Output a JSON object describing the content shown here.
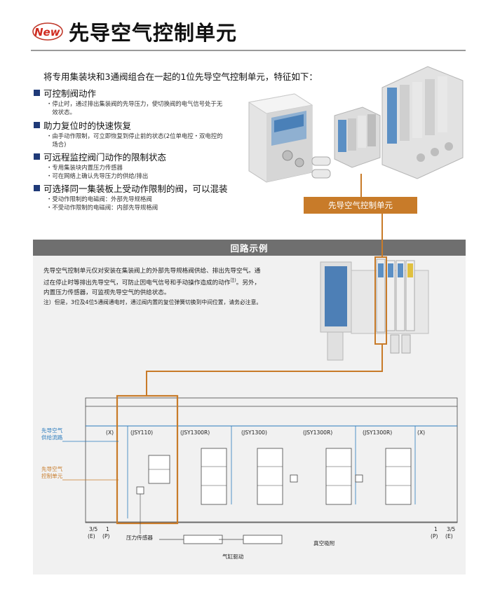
{
  "header": {
    "badge": "New",
    "title": "先导空气控制单元"
  },
  "intro": "将专用集装块和3通阀组合在一起的1位先导空气控制单元，特征如下：",
  "features": [
    {
      "title": "可控制阀动作",
      "lines": [
        "・停止时，通过排出集装阀的先导压力，使切换阀的电气信号处于无",
        "　效状态。"
      ]
    },
    {
      "title": "助力复位时的快速恢复",
      "lines": [
        "・由手动作限制，可立即恢复到停止前的状态(2位单电控・双电控的",
        "　场合)"
      ]
    },
    {
      "title": "可远程监控阀门动作的限制状态",
      "lines": [
        "・专用集装块内置压力传感器",
        "・可在网络上确认先导压力的供给/排出"
      ]
    },
    {
      "title": "可选择同一集装板上受动作限制的阀，可以混装",
      "lines": [
        "・受动作限制的电磁阀：外部先导规格阀",
        "・不受动作限制的电磁阀：内部先导规格阀"
      ]
    }
  ],
  "callout": "先导空气控制单元",
  "section_title": "回路示例",
  "description": {
    "lines": [
      "先导空气控制单元仅对安装在集装阀上的外部先导规格阀供给、排出先导空气。通",
      "过在停止时等排出先导空气，可防止因电气信号和手动操作造成的动作",
      "内置压力传感器，可监视先导空气的供给状态。"
    ],
    "note_ref": "注)",
    "after_ref": "。另外，",
    "note": "注）但是，3位及4位5通阀通电时，通过阀内置的复位弹簧切换到中间位置，请务必注意。"
  },
  "circuit": {
    "left_labels": {
      "supply": [
        "先导空气",
        "供给流路"
      ],
      "unit": [
        "先导空气",
        "控制单元"
      ]
    },
    "x_left": "(X)",
    "x_right": "(X)",
    "valves": [
      "(JSY110)",
      "(JSY1300R)",
      "(JSY1300)",
      "(JSY1300R)",
      "(JSY1300R)"
    ],
    "ports_left": {
      "a": "3/5",
      "b": "1",
      "a_sub": "(E)",
      "b_sub": "(P)"
    },
    "ports_right": {
      "a": "1",
      "b": "3/5",
      "a_sub": "(P)",
      "b_sub": "(E)"
    },
    "pressure_sensor": "压力传感器",
    "vacuum": "真空吸附",
    "cylinder": "气缸驱动"
  },
  "colors": {
    "accent_blue": "#1f3a78",
    "orange": "#c87b29",
    "band_gray": "#6f6f6f",
    "flow_blue": "#2a7bbd"
  }
}
